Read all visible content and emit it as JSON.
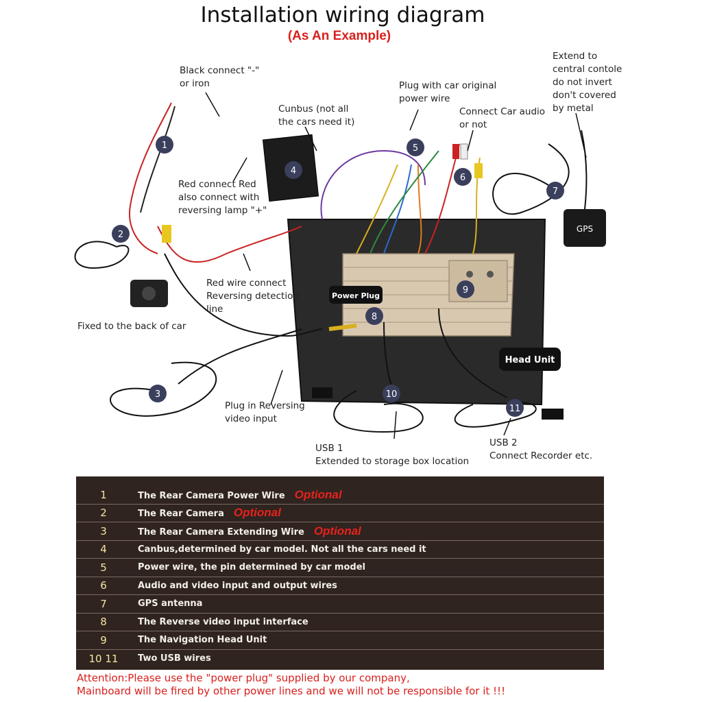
{
  "header": {
    "title": "Installation wiring diagram",
    "subtitle": "(As An Example)"
  },
  "diagram": {
    "markers": [
      "1",
      "2",
      "3",
      "4",
      "5",
      "6",
      "7",
      "8",
      "9",
      "10",
      "11"
    ],
    "badges": {
      "power_plug": "Power Plug",
      "head_unit": "Head Unit",
      "gps": "GPS"
    },
    "labels": {
      "black_connect": "Black connect \"-\"\nor iron",
      "cunbus": "Cunbus (not all\nthe cars need it)",
      "plug_original": "Plug with car original\npower wire",
      "connect_audio": "Connect Car audio\nor not",
      "extend_console": "Extend to\ncentral contole\ndo not invert\ndon't covered\nby metal",
      "red_connect": "Red connect Red\nalso connect with\nreversing lamp \"+\"",
      "red_wire": "Red wire connect\nReversing detection\nline",
      "fixed_back": "Fixed to the back of car",
      "plug_reversing": "Plug in Reversing\nvideo input",
      "usb1": "USB 1\nExtended to storage box location",
      "usb2": "USB 2\nConnect Recorder etc."
    }
  },
  "legend": {
    "rows": [
      {
        "num": "1",
        "text": "The Rear Camera Power Wire",
        "optional": "Optional"
      },
      {
        "num": "2",
        "text": "The Rear Camera",
        "optional": "Optional"
      },
      {
        "num": "3",
        "text": "The Rear Camera Extending Wire",
        "optional": "Optional"
      },
      {
        "num": "4",
        "text": "Canbus,determined by car model. Not all the cars need it",
        "optional": ""
      },
      {
        "num": "5",
        "text": "Power wire, the pin determined by car model",
        "optional": ""
      },
      {
        "num": "6",
        "text": "Audio and video input and output wires",
        "optional": ""
      },
      {
        "num": "7",
        "text": "GPS antenna",
        "optional": ""
      },
      {
        "num": "8",
        "text": "The Reverse video input interface",
        "optional": ""
      },
      {
        "num": "9",
        "text": "The Navigation Head Unit",
        "optional": ""
      },
      {
        "num": "10  11",
        "text": "Two USB wires",
        "optional": ""
      }
    ]
  },
  "attention": {
    "line1": "Attention:Please use the \"power plug\" supplied by our company,",
    "line2": "Mainboard will be fired by other power lines and we will not be responsible for it !!!"
  },
  "colors": {
    "title_red": "#d8201c",
    "legend_bg": "#2f2420",
    "legend_num": "#f2e6a0",
    "marker_bg": "#3a3f5c"
  }
}
